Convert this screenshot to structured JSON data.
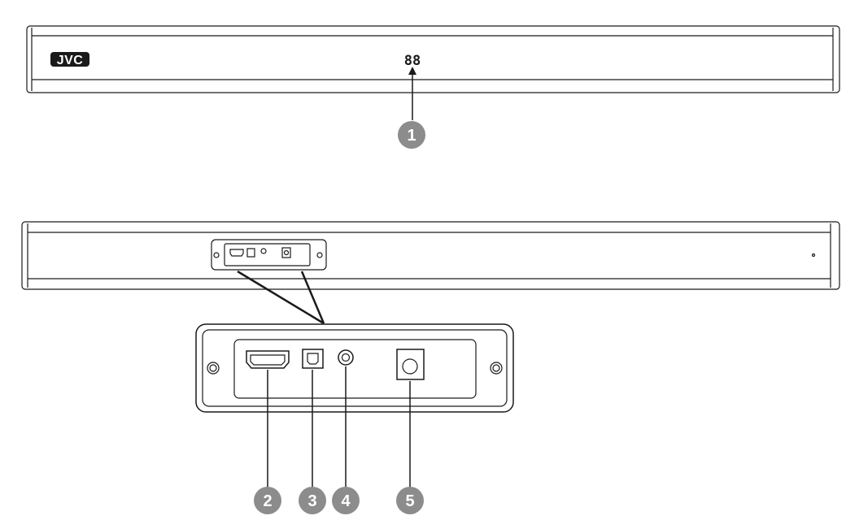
{
  "front_panel": {
    "brand_logo": "JVC",
    "display_readout": "88"
  },
  "callouts": [
    {
      "number": "1"
    },
    {
      "number": "2"
    },
    {
      "number": "3"
    },
    {
      "number": "4"
    },
    {
      "number": "5"
    }
  ],
  "colors": {
    "outline": "#1a1a1a",
    "callout_fill": "#8c8c8c",
    "callout_text": "#ffffff",
    "logo_fill": "#1a1a1a",
    "logo_text": "#ffffff"
  }
}
